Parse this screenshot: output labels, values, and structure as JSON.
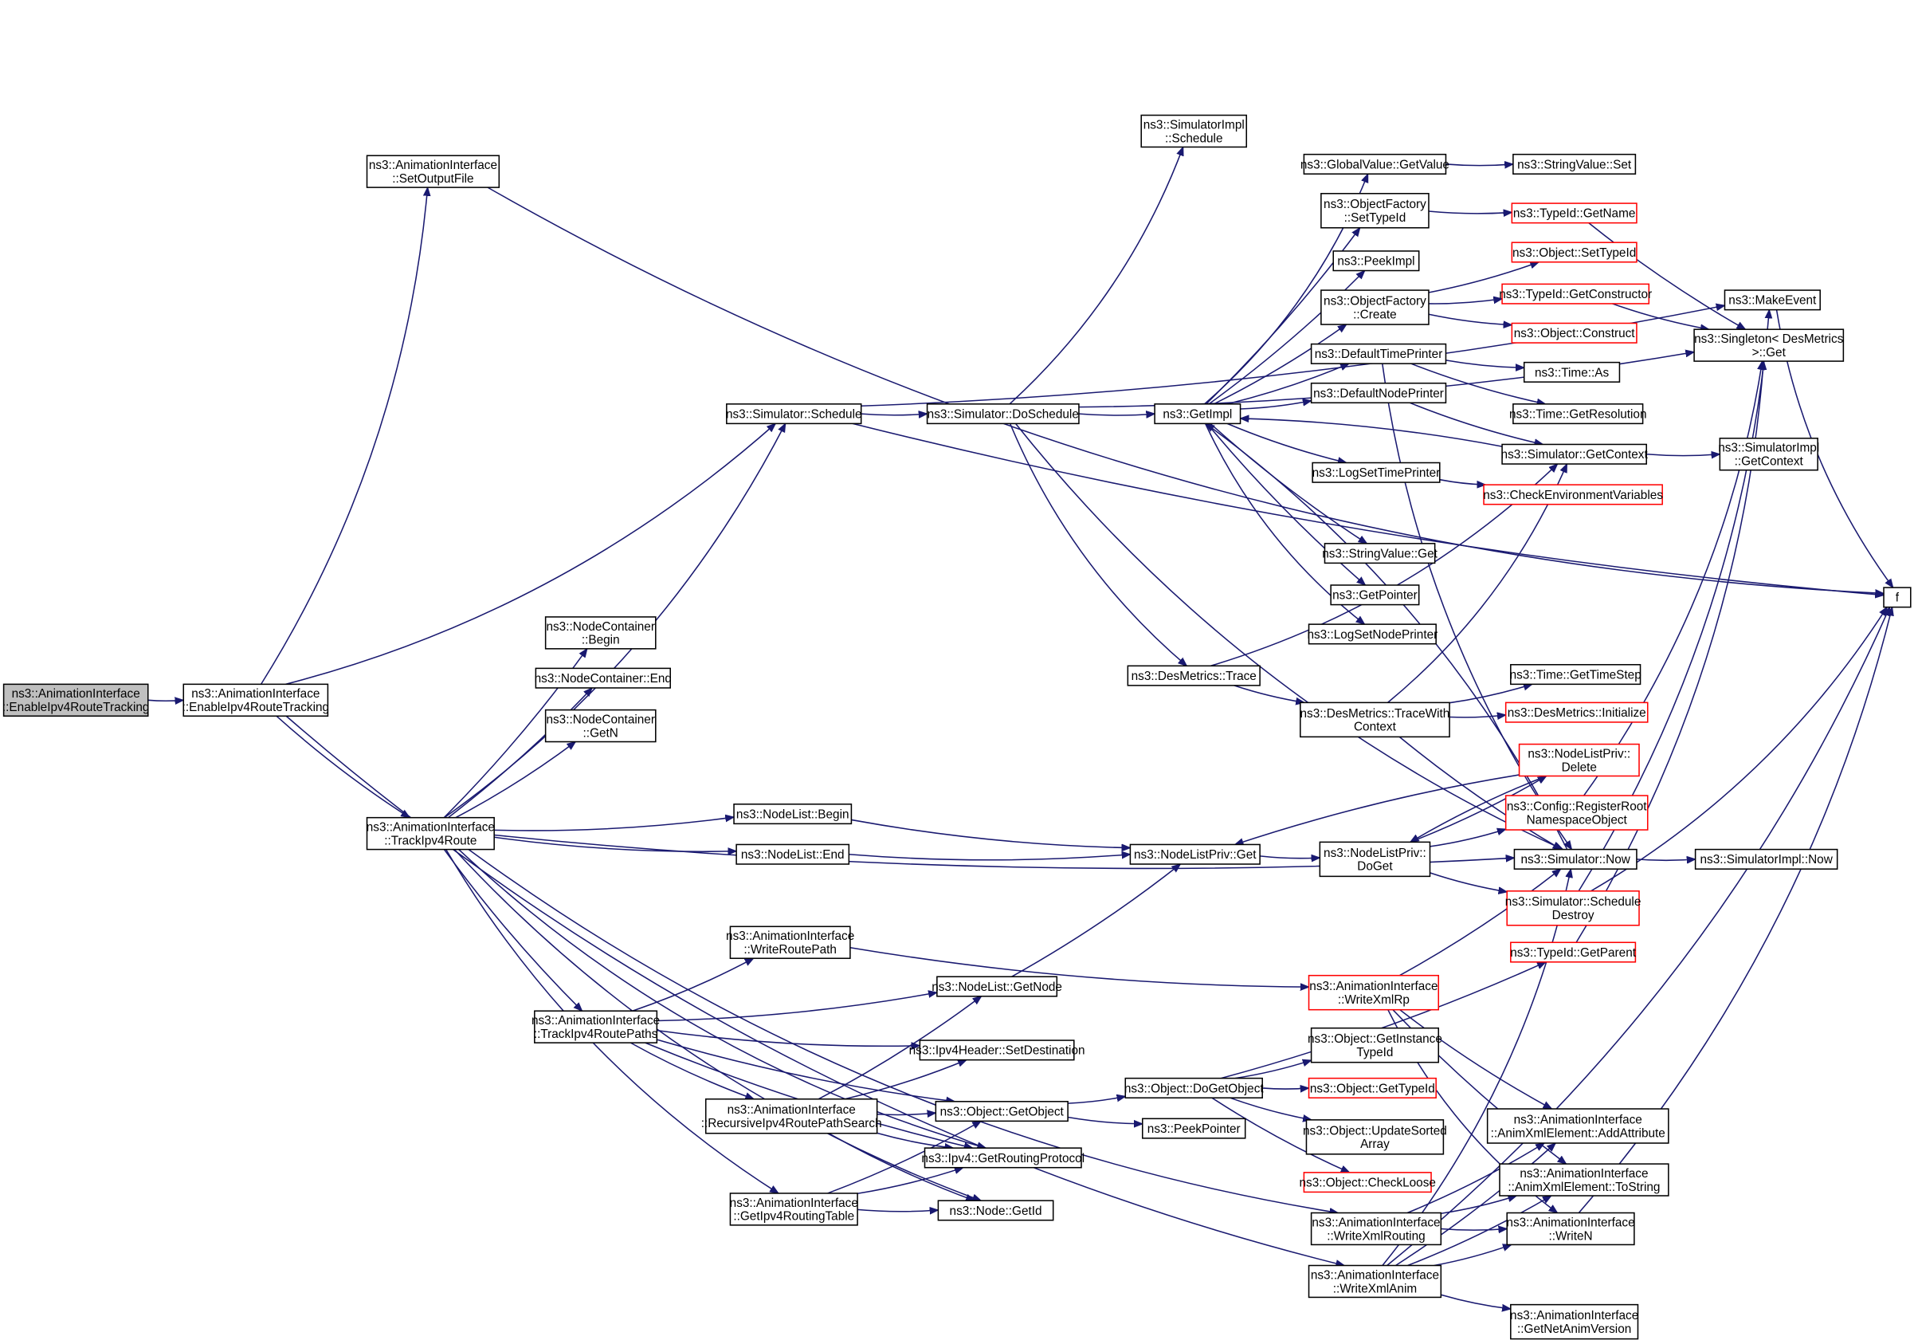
{
  "title": "Call graph of ns3::AnimationInterface::EnableIpv4RouteTracking",
  "colors": {
    "edge": "#191970",
    "node_border": "#000000",
    "undocumented_border": "#ff0000",
    "root_fill": "#bfbfbf"
  },
  "nodes": [
    {
      "id": "root",
      "lines": [
        "ns3::AnimationInterface",
        "::EnableIpv4RouteTracking"
      ],
      "style": "root"
    },
    {
      "id": "enable",
      "lines": [
        "ns3::AnimationInterface",
        "::EnableIpv4RouteTracking"
      ]
    },
    {
      "id": "setout",
      "lines": [
        "ns3::AnimationInterface",
        "::SetOutputFile"
      ]
    },
    {
      "id": "track",
      "lines": [
        "ns3::AnimationInterface",
        "::TrackIpv4Route"
      ]
    },
    {
      "id": "sched",
      "lines": [
        "ns3::Simulator::Schedule"
      ]
    },
    {
      "id": "dosched",
      "lines": [
        "ns3::Simulator::DoSchedule"
      ]
    },
    {
      "id": "simimplsched",
      "lines": [
        "ns3::SimulatorImpl",
        "::Schedule"
      ]
    },
    {
      "id": "getimpl",
      "lines": [
        "ns3::GetImpl"
      ]
    },
    {
      "id": "desmtrace",
      "lines": [
        "ns3::DesMetrics::Trace"
      ]
    },
    {
      "id": "tracewith",
      "lines": [
        "ns3::DesMetrics::TraceWith",
        "Context"
      ]
    },
    {
      "id": "gvget",
      "lines": [
        "ns3::GlobalValue::GetValue"
      ]
    },
    {
      "id": "svset",
      "lines": [
        "ns3::StringValue::Set"
      ]
    },
    {
      "id": "ofsettype",
      "lines": [
        "ns3::ObjectFactory",
        "::SetTypeId"
      ]
    },
    {
      "id": "tidname",
      "lines": [
        "ns3::TypeId::GetName"
      ],
      "style": "red"
    },
    {
      "id": "peekimpl",
      "lines": [
        "ns3::PeekImpl"
      ]
    },
    {
      "id": "ofcreate",
      "lines": [
        "ns3::ObjectFactory",
        "::Create"
      ]
    },
    {
      "id": "objsettype",
      "lines": [
        "ns3::Object::SetTypeId"
      ],
      "style": "red"
    },
    {
      "id": "tidctor",
      "lines": [
        "ns3::TypeId::GetConstructor"
      ],
      "style": "red"
    },
    {
      "id": "objconstruct",
      "lines": [
        "ns3::Object::Construct"
      ],
      "style": "red"
    },
    {
      "id": "dtp",
      "lines": [
        "ns3::DefaultTimePrinter"
      ]
    },
    {
      "id": "timeas",
      "lines": [
        "ns3::Time::As"
      ]
    },
    {
      "id": "timeres",
      "lines": [
        "ns3::Time::GetResolution"
      ]
    },
    {
      "id": "dnp",
      "lines": [
        "ns3::DefaultNodePrinter"
      ]
    },
    {
      "id": "simctx",
      "lines": [
        "ns3::Simulator::GetContext"
      ]
    },
    {
      "id": "lstp",
      "lines": [
        "ns3::LogSetTimePrinter"
      ]
    },
    {
      "id": "checkenv",
      "lines": [
        "ns3::CheckEnvironmentVariables"
      ],
      "style": "red"
    },
    {
      "id": "svget",
      "lines": [
        "ns3::StringValue::Get"
      ]
    },
    {
      "id": "getptr",
      "lines": [
        "ns3::GetPointer"
      ]
    },
    {
      "id": "lsnp",
      "lines": [
        "ns3::LogSetNodePrinter"
      ]
    },
    {
      "id": "makeevent",
      "lines": [
        "ns3::MakeEvent"
      ]
    },
    {
      "id": "singleton",
      "lines": [
        "ns3::Singleton< DesMetrics",
        ">::Get"
      ]
    },
    {
      "id": "simimplctx",
      "lines": [
        "ns3::SimulatorImpl",
        "::GetContext"
      ]
    },
    {
      "id": "f",
      "lines": [
        "f"
      ]
    },
    {
      "id": "gettimestep",
      "lines": [
        "ns3::Time::GetTimeStep"
      ]
    },
    {
      "id": "desinit",
      "lines": [
        "ns3::DesMetrics::Initialize"
      ],
      "style": "red"
    },
    {
      "id": "nlpdelete",
      "lines": [
        "ns3::NodeListPriv::",
        "Delete"
      ],
      "style": "red"
    },
    {
      "id": "cfgreg",
      "lines": [
        "ns3::Config::RegisterRoot",
        "NamespaceObject"
      ],
      "style": "red"
    },
    {
      "id": "simnow",
      "lines": [
        "ns3::Simulator::Now"
      ]
    },
    {
      "id": "simimplnow",
      "lines": [
        "ns3::SimulatorImpl::Now"
      ]
    },
    {
      "id": "simschdestroy",
      "lines": [
        "ns3::Simulator::Schedule",
        "Destroy"
      ],
      "style": "red"
    },
    {
      "id": "tidparent",
      "lines": [
        "ns3::TypeId::GetParent"
      ],
      "style": "red"
    },
    {
      "id": "ncbegin",
      "lines": [
        "ns3::NodeContainer",
        "::Begin"
      ]
    },
    {
      "id": "ncend",
      "lines": [
        "ns3::NodeContainer::End"
      ]
    },
    {
      "id": "ncgetn",
      "lines": [
        "ns3::NodeContainer",
        "::GetN"
      ]
    },
    {
      "id": "nlbegin",
      "lines": [
        "ns3::NodeList::Begin"
      ]
    },
    {
      "id": "nlend",
      "lines": [
        "ns3::NodeList::End"
      ]
    },
    {
      "id": "nlpget",
      "lines": [
        "ns3::NodeListPriv::Get"
      ]
    },
    {
      "id": "nlpdoget",
      "lines": [
        "ns3::NodeListPriv::",
        "DoGet"
      ]
    },
    {
      "id": "writeroutepath",
      "lines": [
        "ns3::AnimationInterface",
        "::WriteRoutePath"
      ]
    },
    {
      "id": "nlgetnode",
      "lines": [
        "ns3::NodeList::GetNode"
      ]
    },
    {
      "id": "trackpaths",
      "lines": [
        "ns3::AnimationInterface",
        "::TrackIpv4RoutePaths"
      ]
    },
    {
      "id": "setdest",
      "lines": [
        "ns3::Ipv4Header::SetDestination"
      ]
    },
    {
      "id": "recursive",
      "lines": [
        "ns3::AnimationInterface",
        "::RecursiveIpv4RoutePathSearch"
      ]
    },
    {
      "id": "getobject",
      "lines": [
        "ns3::Object::GetObject"
      ]
    },
    {
      "id": "getroutingproto",
      "lines": [
        "ns3::Ipv4::GetRoutingProtocol"
      ]
    },
    {
      "id": "getrtable",
      "lines": [
        "ns3::AnimationInterface",
        "::GetIpv4RoutingTable"
      ]
    },
    {
      "id": "nodegetid",
      "lines": [
        "ns3::Node::GetId"
      ]
    },
    {
      "id": "writexmlrp",
      "lines": [
        "ns3::AnimationInterface",
        "::WriteXmlRp"
      ],
      "style": "red"
    },
    {
      "id": "dogetobject",
      "lines": [
        "ns3::Object::DoGetObject"
      ]
    },
    {
      "id": "peekpointer",
      "lines": [
        "ns3::PeekPointer"
      ]
    },
    {
      "id": "getinstance",
      "lines": [
        "ns3::Object::GetInstance",
        "TypeId"
      ]
    },
    {
      "id": "objgettypeid",
      "lines": [
        "ns3::Object::GetTypeId"
      ],
      "style": "red"
    },
    {
      "id": "updatesorted",
      "lines": [
        "ns3::Object::UpdateSorted",
        "Array"
      ]
    },
    {
      "id": "checkloose",
      "lines": [
        "ns3::Object::CheckLoose"
      ],
      "style": "red"
    },
    {
      "id": "addattr",
      "lines": [
        "ns3::AnimationInterface",
        "::AnimXmlElement::AddAttribute"
      ]
    },
    {
      "id": "tostring",
      "lines": [
        "ns3::AnimationInterface",
        "::AnimXmlElement::ToString"
      ]
    },
    {
      "id": "writexmlrouting",
      "lines": [
        "ns3::AnimationInterface",
        "::WriteXmlRouting"
      ]
    },
    {
      "id": "writen",
      "lines": [
        "ns3::AnimationInterface",
        "::WriteN"
      ]
    },
    {
      "id": "writexmlanim",
      "lines": [
        "ns3::AnimationInterface",
        "::WriteXmlAnim"
      ]
    },
    {
      "id": "netanimver",
      "lines": [
        "ns3::AnimationInterface",
        "::GetNetAnimVersion"
      ]
    }
  ],
  "edges": [
    [
      "root",
      "enable"
    ],
    [
      "enable",
      "setout"
    ],
    [
      "enable",
      "sched"
    ],
    [
      "enable",
      "track"
    ],
    [
      "enable",
      "writexmlanim"
    ],
    [
      "setout",
      "f"
    ],
    [
      "sched",
      "dosched"
    ],
    [
      "sched",
      "makeevent"
    ],
    [
      "sched",
      "f"
    ],
    [
      "dosched",
      "simimplsched"
    ],
    [
      "dosched",
      "getimpl"
    ],
    [
      "dosched",
      "desmtrace"
    ],
    [
      "dosched",
      "singleton"
    ],
    [
      "dosched",
      "simnow"
    ],
    [
      "getimpl",
      "gvget"
    ],
    [
      "getimpl",
      "ofsettype"
    ],
    [
      "getimpl",
      "peekimpl"
    ],
    [
      "getimpl",
      "ofcreate"
    ],
    [
      "getimpl",
      "dtp"
    ],
    [
      "getimpl",
      "dnp"
    ],
    [
      "getimpl",
      "lstp"
    ],
    [
      "getimpl",
      "svget"
    ],
    [
      "getimpl",
      "getptr"
    ],
    [
      "getimpl",
      "lsnp"
    ],
    [
      "gvget",
      "svset"
    ],
    [
      "ofsettype",
      "tidname"
    ],
    [
      "tidname",
      "singleton"
    ],
    [
      "ofcreate",
      "objsettype"
    ],
    [
      "ofcreate",
      "tidctor"
    ],
    [
      "ofcreate",
      "objconstruct"
    ],
    [
      "tidctor",
      "singleton"
    ],
    [
      "dtp",
      "timeas"
    ],
    [
      "dtp",
      "timeres"
    ],
    [
      "dtp",
      "simnow"
    ],
    [
      "dnp",
      "simctx"
    ],
    [
      "simctx",
      "getimpl"
    ],
    [
      "simctx",
      "simimplctx"
    ],
    [
      "lstp",
      "checkenv"
    ],
    [
      "desmtrace",
      "tracewith"
    ],
    [
      "desmtrace",
      "simctx"
    ],
    [
      "tracewith",
      "gettimestep"
    ],
    [
      "tracewith",
      "desinit"
    ],
    [
      "tracewith",
      "simctx"
    ],
    [
      "tracewith",
      "simnow"
    ],
    [
      "track",
      "ncbegin"
    ],
    [
      "track",
      "ncend"
    ],
    [
      "track",
      "ncgetn"
    ],
    [
      "track",
      "sched"
    ],
    [
      "track",
      "nlbegin"
    ],
    [
      "track",
      "nlend"
    ],
    [
      "track",
      "simnow"
    ],
    [
      "track",
      "trackpaths"
    ],
    [
      "track",
      "getrtable"
    ],
    [
      "track",
      "nodegetid"
    ],
    [
      "track",
      "getroutingproto"
    ],
    [
      "track",
      "writexmlrouting"
    ],
    [
      "nlbegin",
      "nlpget"
    ],
    [
      "nlend",
      "nlpget"
    ],
    [
      "nlpget",
      "nlpdoget"
    ],
    [
      "nlpdoget",
      "nlpdelete"
    ],
    [
      "nlpdoget",
      "cfgreg"
    ],
    [
      "nlpdoget",
      "simschdestroy"
    ],
    [
      "nlpdelete",
      "nlpget"
    ],
    [
      "nlpdelete",
      "nlpdoget"
    ],
    [
      "cfgreg",
      "singleton"
    ],
    [
      "simnow",
      "simimplnow"
    ],
    [
      "simnow",
      "getimpl"
    ],
    [
      "simschdestroy",
      "makeevent"
    ],
    [
      "simschdestroy",
      "f"
    ],
    [
      "tidparent",
      "singleton"
    ],
    [
      "trackpaths",
      "writeroutepath"
    ],
    [
      "trackpaths",
      "nlgetnode"
    ],
    [
      "trackpaths",
      "setdest"
    ],
    [
      "trackpaths",
      "recursive"
    ],
    [
      "trackpaths",
      "getobject"
    ],
    [
      "trackpaths",
      "getroutingproto"
    ],
    [
      "writeroutepath",
      "writexmlrp"
    ],
    [
      "nlgetnode",
      "nlpget"
    ],
    [
      "recursive",
      "nlgetnode"
    ],
    [
      "recursive",
      "setdest"
    ],
    [
      "recursive",
      "getobject"
    ],
    [
      "recursive",
      "getroutingproto"
    ],
    [
      "recursive",
      "nodegetid"
    ],
    [
      "getrtable",
      "getobject"
    ],
    [
      "getrtable",
      "getroutingproto"
    ],
    [
      "getrtable",
      "nodegetid"
    ],
    [
      "getobject",
      "dogetobject"
    ],
    [
      "getobject",
      "peekpointer"
    ],
    [
      "dogetobject",
      "tidparent"
    ],
    [
      "dogetobject",
      "getinstance"
    ],
    [
      "dogetobject",
      "objgettypeid"
    ],
    [
      "dogetobject",
      "updatesorted"
    ],
    [
      "dogetobject",
      "checkloose"
    ],
    [
      "writexmlrp",
      "simnow"
    ],
    [
      "writexmlrp",
      "addattr"
    ],
    [
      "writexmlrp",
      "tostring"
    ],
    [
      "writexmlrp",
      "writen"
    ],
    [
      "writexmlrouting",
      "addattr"
    ],
    [
      "writexmlrouting",
      "tostring"
    ],
    [
      "writexmlrouting",
      "writen"
    ],
    [
      "writexmlanim",
      "addattr"
    ],
    [
      "writexmlanim",
      "tostring"
    ],
    [
      "writexmlanim",
      "writen"
    ],
    [
      "writexmlanim",
      "simnow"
    ],
    [
      "writexmlanim",
      "netanimver"
    ],
    [
      "writexmlanim",
      "f"
    ],
    [
      "writen",
      "f"
    ],
    [
      "makeevent",
      "f"
    ]
  ]
}
